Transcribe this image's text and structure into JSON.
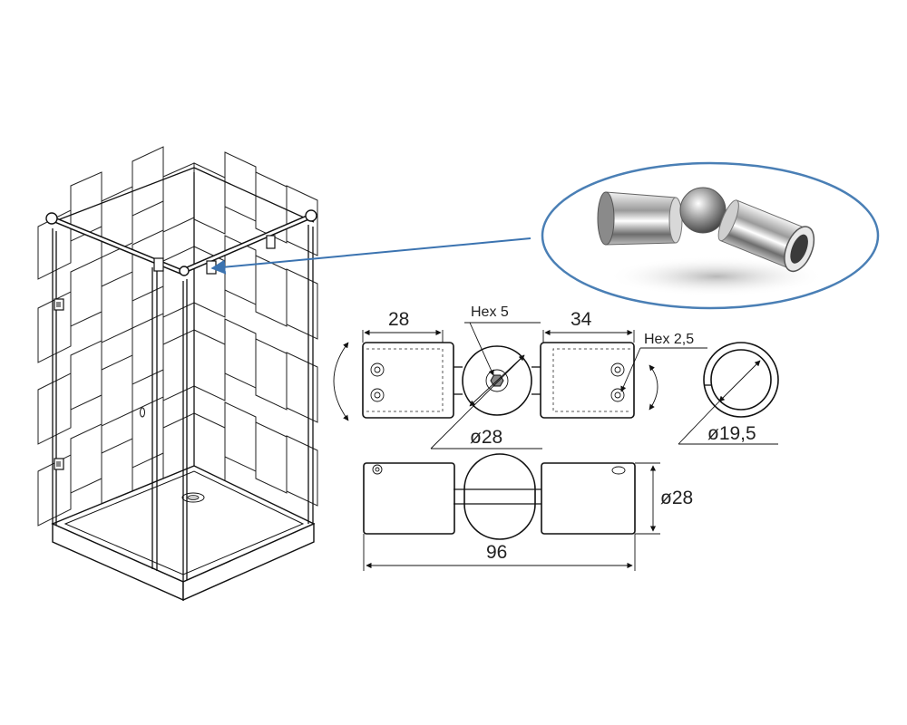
{
  "labels": {
    "dim_28_left": "28",
    "dim_34": "34",
    "hex5": "Hex 5",
    "hex25": "Hex 2,5",
    "dia28_front": "ø28",
    "dia195": "ø19,5",
    "dia28_side": "ø28",
    "length_96": "96"
  },
  "colors": {
    "callout_ellipse": "#4a7fb5",
    "arrow": "#3b73b0",
    "line": "#111111"
  }
}
